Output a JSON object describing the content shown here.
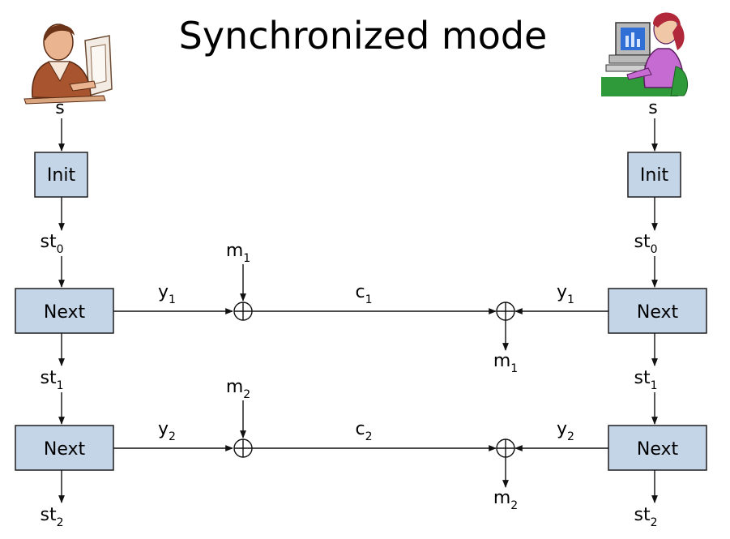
{
  "title": "Synchronized mode",
  "labels": {
    "s": "s",
    "init": "Init",
    "next": "Next",
    "st": "st",
    "y": "y",
    "m": "m",
    "c": "c",
    "sub0": "0",
    "sub1": "1",
    "sub2": "2"
  },
  "icons": {
    "sender": "businessman-at-computer-icon",
    "receiver": "woman-at-computer-icon"
  },
  "colors": {
    "box_fill": "#c5d5e8",
    "box_border": "#1f1f1f"
  }
}
